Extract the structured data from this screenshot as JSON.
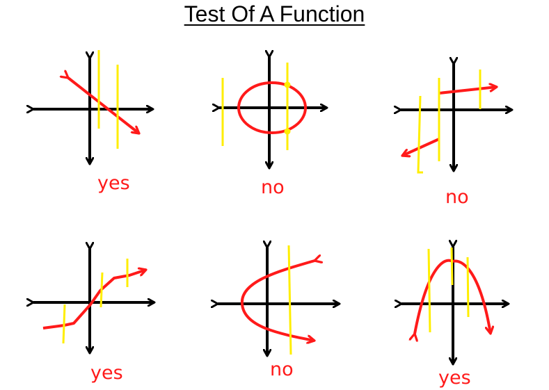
{
  "title": "Test Of A Function",
  "colors": {
    "axes": "#000000",
    "curve": "#ff1a1a",
    "test_line": "#ffee00"
  },
  "graphs": [
    {
      "curve": "line",
      "answer": "yes"
    },
    {
      "curve": "circle",
      "answer": "no"
    },
    {
      "curve": "step",
      "answer": "no"
    },
    {
      "curve": "piecewise",
      "answer": "yes"
    },
    {
      "curve": "sideways parabola",
      "answer": "no"
    },
    {
      "curve": "parabola",
      "answer": "yes"
    }
  ]
}
